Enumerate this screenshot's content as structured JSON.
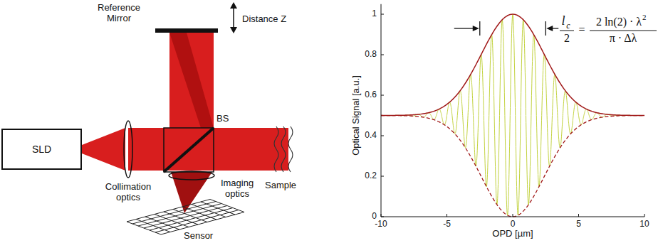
{
  "diagram": {
    "nodes": [
      {
        "text": [
          "SLD"
        ]
      }
    ],
    "labels": [
      "Reference Mirror",
      "Distance Z",
      "BS",
      "Collimation optics",
      "Imaging optics",
      "Sample",
      "Sensor",
      "Optical Signal [a.u.]",
      "0",
      "0.2",
      "0.4",
      "0.6",
      "0.8",
      "1",
      "-10",
      "-5",
      "0",
      "5",
      "10",
      "OPD [µm]",
      "l",
      "c",
      "2",
      "=",
      "2 ln(2) · λ",
      "2",
      "π · Δλ"
    ]
  }
}
